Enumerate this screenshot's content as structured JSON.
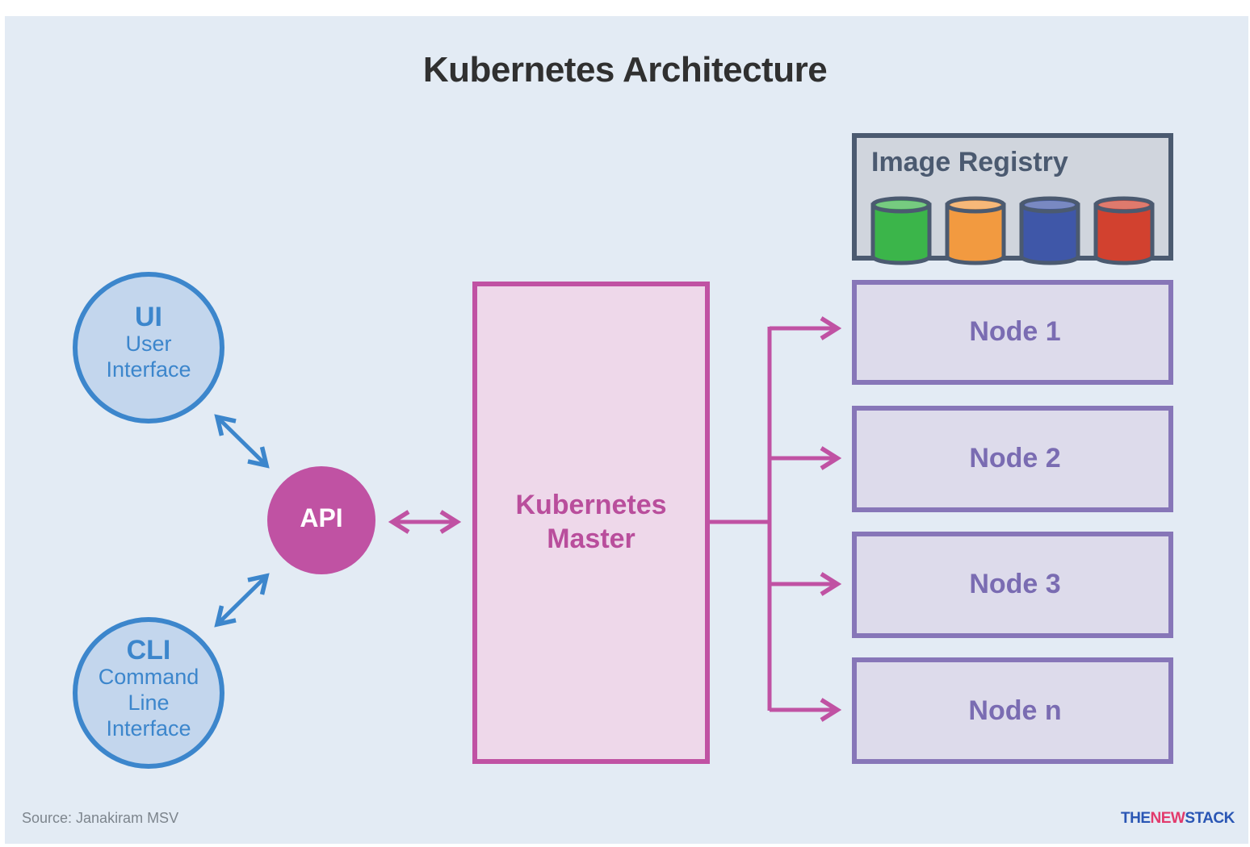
{
  "title": "Kubernetes Architecture",
  "ui": {
    "abbr": "UI",
    "line1": "User",
    "line2": "Interface"
  },
  "cli": {
    "abbr": "CLI",
    "line1": "Command",
    "line2": "Line",
    "line3": "Interface"
  },
  "api": {
    "label": "API"
  },
  "master": {
    "line1": "Kubernetes",
    "line2": "Master"
  },
  "registry": {
    "title": "Image Registry",
    "images": [
      {
        "name": "green-image",
        "color": "#3bb54a"
      },
      {
        "name": "orange-image",
        "color": "#f29a40"
      },
      {
        "name": "blue-image",
        "color": "#3f57a8"
      },
      {
        "name": "red-image",
        "color": "#d2412f"
      }
    ]
  },
  "nodes": [
    "Node 1",
    "Node 2",
    "Node 3",
    "Node n"
  ],
  "footer": {
    "source": "Source: Janakiram MSV",
    "logo_part1": "THE",
    "logo_part2": "NEW",
    "logo_part3": "STACK"
  },
  "colors": {
    "background": "#e3ebf4",
    "client_blue": "#3c86cc",
    "client_fill": "#c3d6ed",
    "magenta": "#c052a3",
    "master_fill": "#eed8ea",
    "node_purple": "#8776b8",
    "node_fill": "#dddbeb",
    "registry_border": "#4b5a70",
    "registry_fill": "#d0d5dd"
  }
}
